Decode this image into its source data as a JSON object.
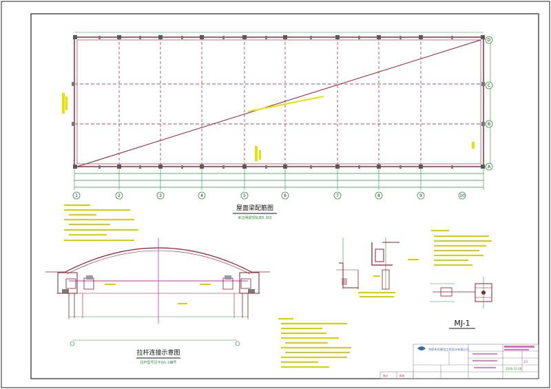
{
  "plan": {
    "title": "屋面梁配筋图",
    "subtitle": "未注明梁顶标高5.300",
    "axis_numbers": [
      "1",
      "2",
      "3",
      "4",
      "5",
      "6",
      "7",
      "8",
      "9",
      "10"
    ],
    "axis_letters": [
      "D",
      "C",
      "B",
      "A"
    ]
  },
  "section": {
    "title": "拉杆连接示意图",
    "subtitle": "拉杆型号见平台L-1编号"
  },
  "detail": {
    "title": "MJ-1"
  },
  "title_block": {
    "company": "合肥市民建设工程设计有限公司",
    "date": "2016-12-28",
    "sheet_no": "1/1",
    "design_label": "设计",
    "check_label": "校对"
  },
  "colors": {
    "line": "#8a1a2e",
    "green": "#2e8b3a",
    "yellow": "#e6e200",
    "magenta": "#cc33aa",
    "grey": "#8a8a8a"
  }
}
